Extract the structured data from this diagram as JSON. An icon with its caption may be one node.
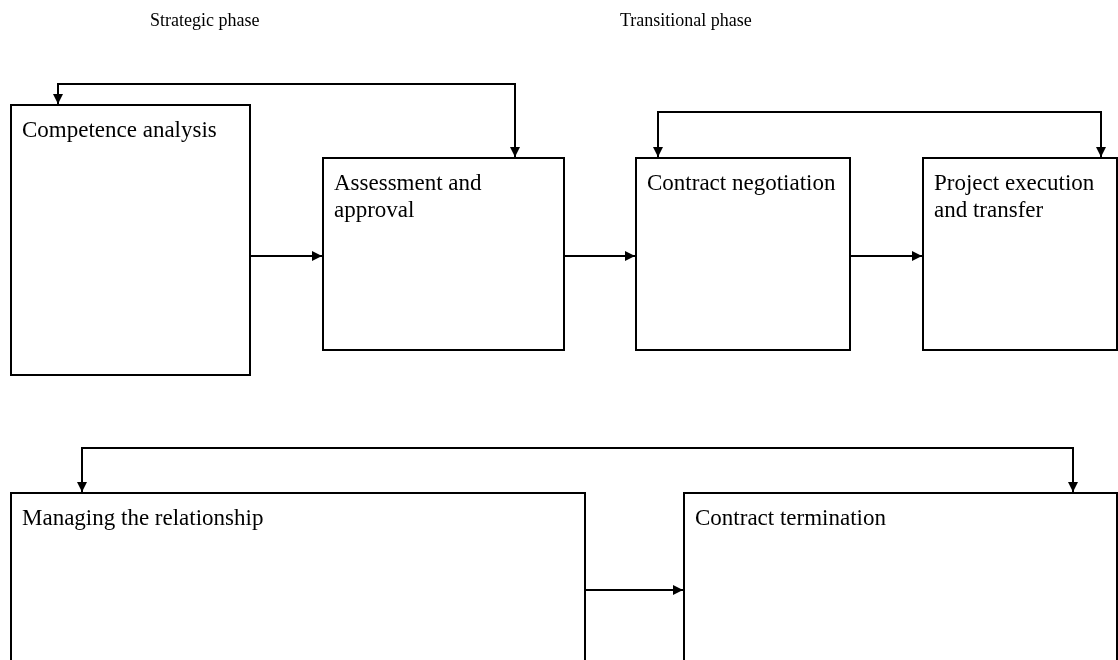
{
  "diagram": {
    "nodes": [
      {
        "text": [
          "Competence analysis"
        ]
      },
      {
        "text": [
          "Assessment and approval"
        ]
      },
      {
        "text": [
          "Contract negotiation"
        ]
      },
      {
        "text": [
          "Project execution and transfer"
        ]
      },
      {
        "text": [
          "Managing the relationship"
        ]
      },
      {
        "text": [
          "Contract termination"
        ]
      }
    ],
    "edges": [
      {
        "from": 0,
        "to": 1,
        "arrow": "to"
      },
      {
        "from": 1,
        "to": 2,
        "arrow": "to"
      },
      {
        "from": 2,
        "to": 3,
        "arrow": "to"
      },
      {
        "from": 0,
        "to": 1,
        "arrow": "both"
      },
      {
        "from": 2,
        "to": 3,
        "arrow": "both"
      },
      {
        "from": 4,
        "to": 5,
        "arrow": "to"
      },
      {
        "from": 4,
        "to": 5,
        "arrow": "both"
      }
    ],
    "labels": [
      "Strategic phase",
      "Transitional phase"
    ]
  }
}
